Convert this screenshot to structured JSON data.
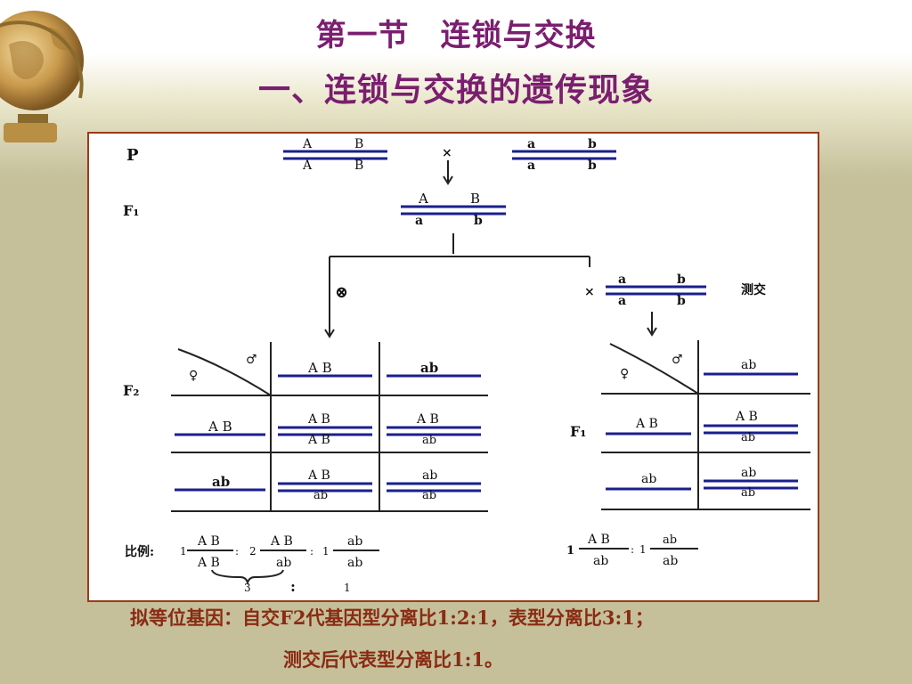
{
  "slide": {
    "title_line1": "第一节　连锁与交换",
    "title_line2": "一、连锁与交换的遗传现象",
    "note_line1": "拟等位基因：自交F2代基因型分离比1:2:1，表型分离比3:1；",
    "note_line2": "测交后代表型分离比1:1。"
  },
  "diagram": {
    "p_label": "P",
    "f1_label": "F₁",
    "f2_label": "F₂",
    "f1_right_label": "F₁",
    "cross_symbol": "×",
    "self_symbol": "⊗",
    "testcross_label": "测交",
    "female_symbol": "♀",
    "male_symbol": "♂",
    "allele_A": "A",
    "allele_B": "B",
    "allele_a": "a",
    "allele_b": "b",
    "AB": "A B",
    "ab": "ab",
    "ratio_label": "比例:",
    "ratio_1": "1",
    "ratio_2": "2",
    "ratio_colon": ":",
    "pheno_3": "3",
    "pheno_1": "1"
  },
  "colors": {
    "title": "#7a1e6f",
    "note": "#8a2b14",
    "chromosome": "#1a1f8c",
    "panel_border": "#9a3a1c"
  }
}
